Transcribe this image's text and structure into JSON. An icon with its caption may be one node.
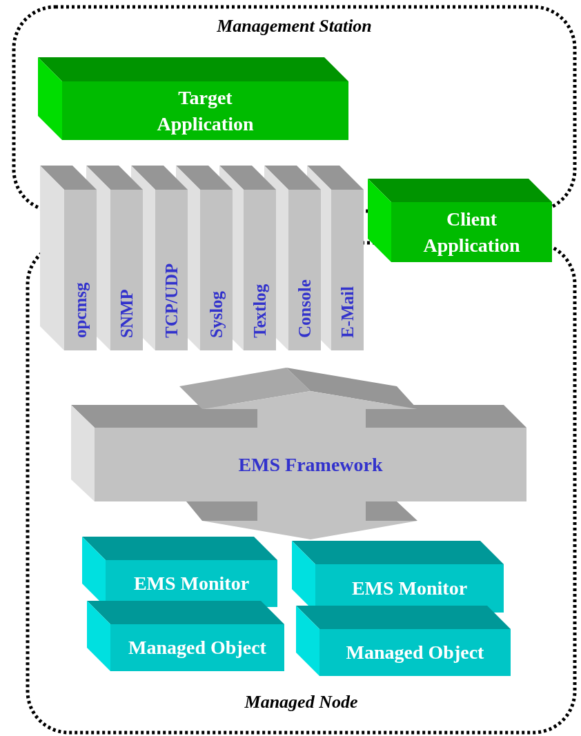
{
  "diagram": {
    "nodes": [
      {
        "text": [
          "Management Station"
        ]
      },
      {
        "text": [
          "Target Application"
        ],
        "in": 0
      },
      {
        "text": [
          "opcmsg"
        ]
      },
      {
        "text": [
          "SNMP"
        ]
      },
      {
        "text": [
          "TCP/UDP"
        ]
      },
      {
        "text": [
          "Syslog"
        ]
      },
      {
        "text": [
          "Textlog"
        ]
      },
      {
        "text": [
          "Console"
        ]
      },
      {
        "text": [
          "E-Mail"
        ]
      },
      {
        "text": [
          "Client Application"
        ]
      },
      {
        "text": [
          "Managed Node"
        ]
      },
      {
        "text": [
          "EMS Framework"
        ],
        "in": 10
      },
      {
        "text": [
          "EMS Monitor"
        ],
        "in": 10
      },
      {
        "text": [
          "Managed Object"
        ],
        "in": 10
      },
      {
        "text": [
          "EMS Monitor"
        ],
        "in": 10
      },
      {
        "text": [
          "Managed Object"
        ],
        "in": 10
      }
    ]
  }
}
